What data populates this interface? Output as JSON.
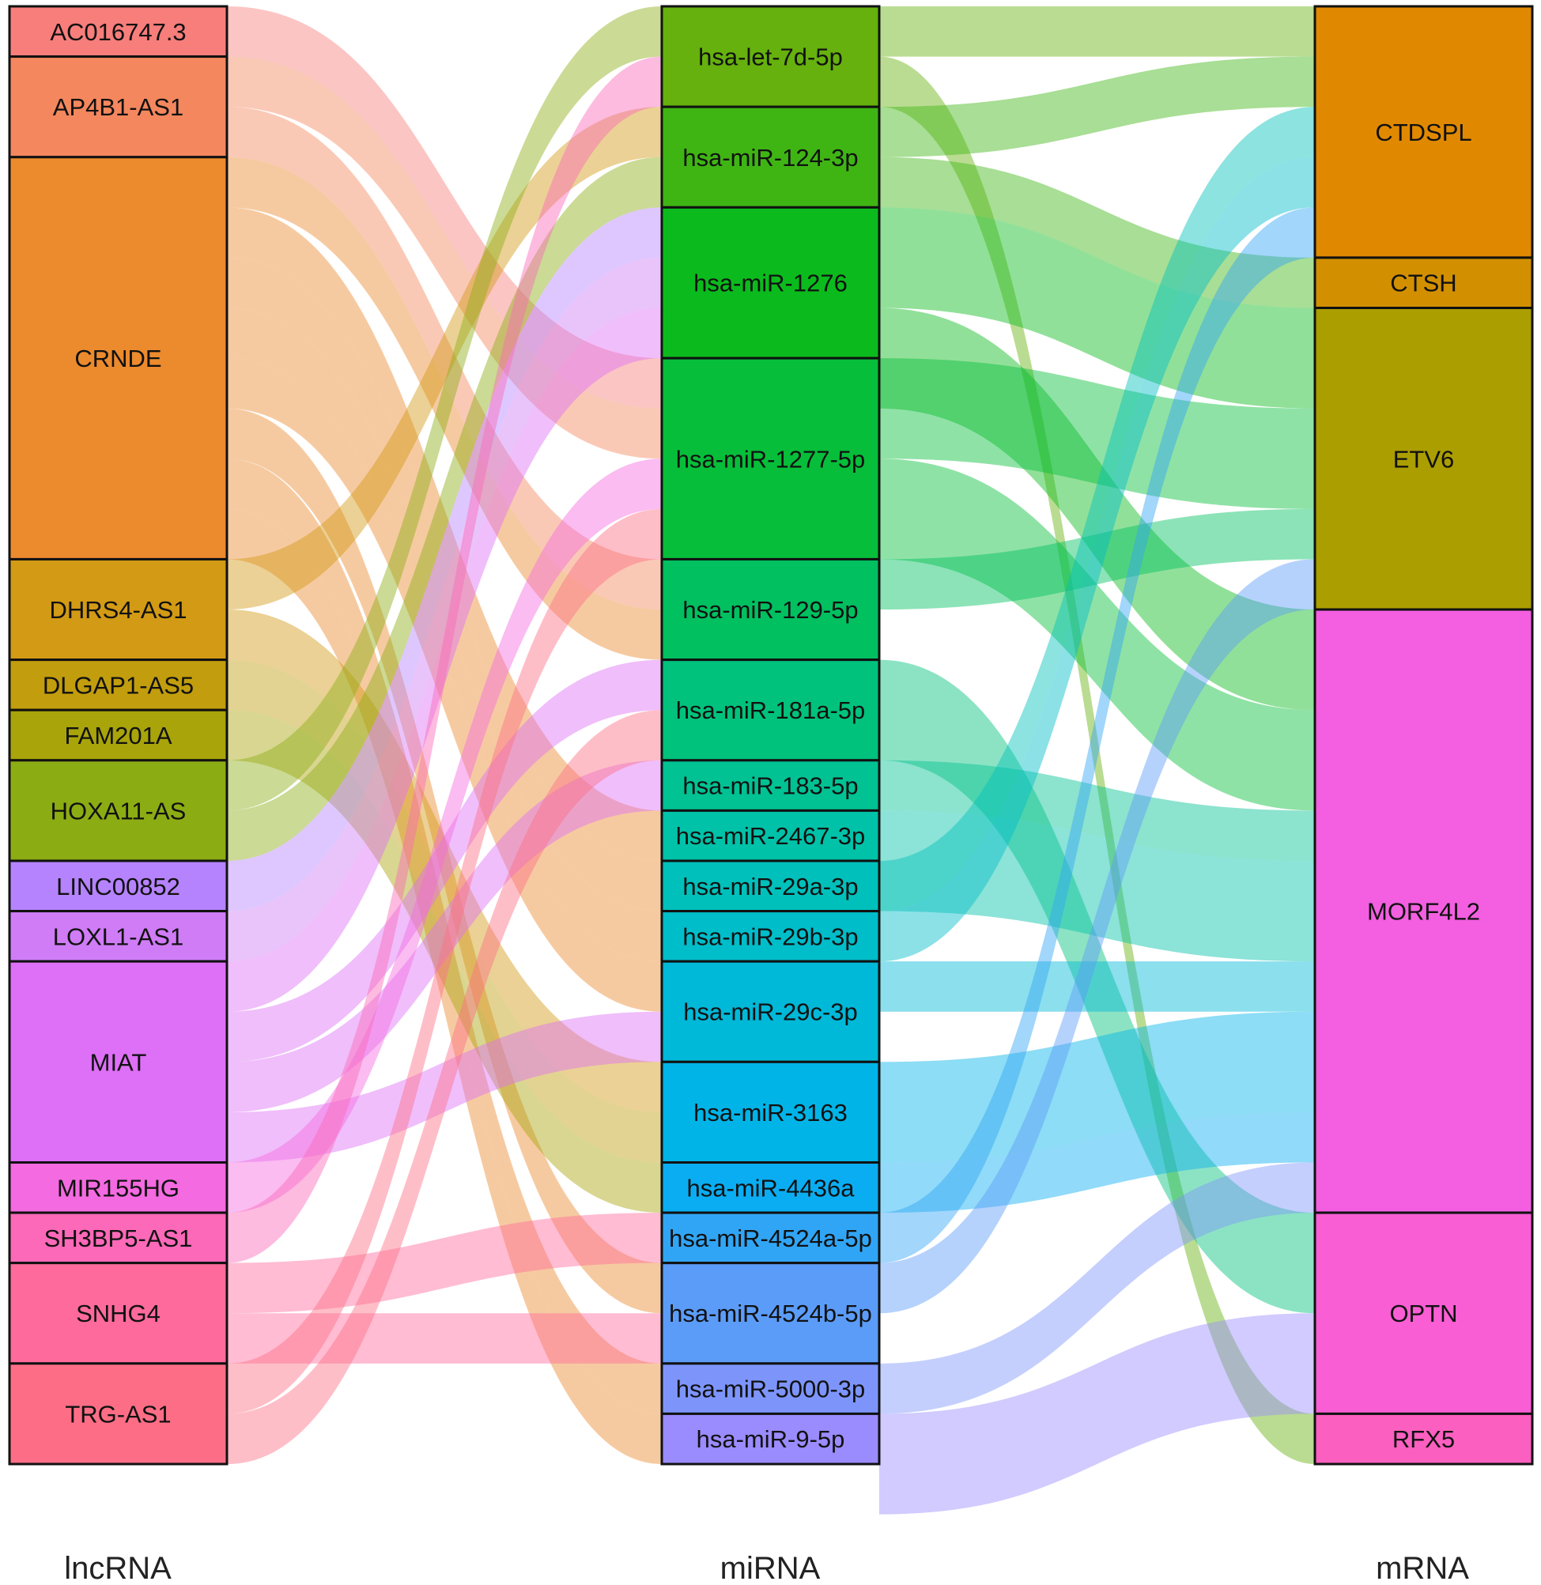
{
  "chart_data": {
    "type": "alluvial",
    "axes": [
      "lncRNA",
      "miRNA",
      "mRNA"
    ],
    "lncRNA": [
      {
        "id": "AC016747.3",
        "color": "#f77e7b"
      },
      {
        "id": "AP4B1-AS1",
        "color": "#f4875e"
      },
      {
        "id": "CRNDE",
        "color": "#ec8a2e"
      },
      {
        "id": "DHRS4-AS1",
        "color": "#d29a15"
      },
      {
        "id": "DLGAP1-AS5",
        "color": "#c29d0d"
      },
      {
        "id": "FAM201A",
        "color": "#a8a40a"
      },
      {
        "id": "HOXA11-AS",
        "color": "#8cac14"
      },
      {
        "id": "LINC00852",
        "color": "#b683ff"
      },
      {
        "id": "LOXL1-AS1",
        "color": "#cf7cf6"
      },
      {
        "id": "MIAT",
        "color": "#de6ff7"
      },
      {
        "id": "MIR155HG",
        "color": "#f46ae0"
      },
      {
        "id": "SH3BP5-AS1",
        "color": "#fb69b8"
      },
      {
        "id": "SNHG4",
        "color": "#fe6a9c"
      },
      {
        "id": "TRG-AS1",
        "color": "#fd6e86"
      }
    ],
    "miRNA": [
      {
        "id": "hsa-let-7d-5p",
        "color": "#66b10e"
      },
      {
        "id": "hsa-miR-124-3p",
        "color": "#3fb514"
      },
      {
        "id": "hsa-miR-1276",
        "color": "#0bbb1d"
      },
      {
        "id": "hsa-miR-1277-5p",
        "color": "#06be3a"
      },
      {
        "id": "hsa-miR-129-5p",
        "color": "#00c060"
      },
      {
        "id": "hsa-miR-181a-5p",
        "color": "#00c27c"
      },
      {
        "id": "hsa-miR-183-5p",
        "color": "#00c293"
      },
      {
        "id": "hsa-miR-2467-3p",
        "color": "#00c2a8"
      },
      {
        "id": "hsa-miR-29a-3p",
        "color": "#00c0bb"
      },
      {
        "id": "hsa-miR-29b-3p",
        "color": "#00bdca"
      },
      {
        "id": "hsa-miR-29c-3p",
        "color": "#00b8d8"
      },
      {
        "id": "hsa-miR-3163",
        "color": "#00b4e8"
      },
      {
        "id": "hsa-miR-4436a",
        "color": "#0aadf2"
      },
      {
        "id": "hsa-miR-4524a-5p",
        "color": "#31a5f5"
      },
      {
        "id": "hsa-miR-4524b-5p",
        "color": "#5b9cf8"
      },
      {
        "id": "hsa-miR-5000-3p",
        "color": "#7d95fb"
      },
      {
        "id": "hsa-miR-9-5p",
        "color": "#9a8bff"
      }
    ],
    "mRNA": [
      {
        "id": "CTDSPL",
        "color": "#e08900"
      },
      {
        "id": "CTSH",
        "color": "#d29000"
      },
      {
        "id": "ETV6",
        "color": "#ab9e00"
      },
      {
        "id": "MORF4L2",
        "color": "#f35fe0"
      },
      {
        "id": "OPTN",
        "color": "#f95ed4"
      },
      {
        "id": "RFX5",
        "color": "#fb5fbf"
      }
    ],
    "lncRNA_miRNA_links": [
      {
        "source": "AC016747.3",
        "target": "hsa-miR-1277-5p",
        "value": 1
      },
      {
        "source": "AP4B1-AS1",
        "target": "hsa-miR-1277-5p",
        "value": 1
      },
      {
        "source": "AP4B1-AS1",
        "target": "hsa-miR-129-5p",
        "value": 1
      },
      {
        "source": "CRNDE",
        "target": "hsa-miR-129-5p",
        "value": 1
      },
      {
        "source": "CRNDE",
        "target": "hsa-miR-2467-3p",
        "value": 1
      },
      {
        "source": "CRNDE",
        "target": "hsa-miR-29a-3p",
        "value": 1
      },
      {
        "source": "CRNDE",
        "target": "hsa-miR-29b-3p",
        "value": 1
      },
      {
        "source": "CRNDE",
        "target": "hsa-miR-29c-3p",
        "value": 1
      },
      {
        "source": "CRNDE",
        "target": "hsa-miR-4524b-5p",
        "value": 1
      },
      {
        "source": "CRNDE",
        "target": "hsa-miR-5000-3p",
        "value": 1
      },
      {
        "source": "CRNDE",
        "target": "hsa-miR-9-5p",
        "value": 1
      },
      {
        "source": "DHRS4-AS1",
        "target": "hsa-miR-124-3p",
        "value": 1
      },
      {
        "source": "DHRS4-AS1",
        "target": "hsa-miR-3163",
        "value": 1
      },
      {
        "source": "DLGAP1-AS5",
        "target": "hsa-miR-3163",
        "value": 1
      },
      {
        "source": "FAM201A",
        "target": "hsa-miR-4436a",
        "value": 1
      },
      {
        "source": "HOXA11-AS",
        "target": "hsa-let-7d-5p",
        "value": 1
      },
      {
        "source": "HOXA11-AS",
        "target": "hsa-miR-124-3p",
        "value": 1
      },
      {
        "source": "LINC00852",
        "target": "hsa-miR-1276",
        "value": 1
      },
      {
        "source": "LOXL1-AS1",
        "target": "hsa-miR-1276",
        "value": 1
      },
      {
        "source": "MIAT",
        "target": "hsa-miR-1276",
        "value": 1
      },
      {
        "source": "MIAT",
        "target": "hsa-miR-181a-5p",
        "value": 1
      },
      {
        "source": "MIAT",
        "target": "hsa-miR-183-5p",
        "value": 1
      },
      {
        "source": "MIAT",
        "target": "hsa-miR-29c-3p",
        "value": 1
      },
      {
        "source": "MIR155HG",
        "target": "hsa-miR-1277-5p",
        "value": 1
      },
      {
        "source": "SH3BP5-AS1",
        "target": "hsa-let-7d-5p",
        "value": 1
      },
      {
        "source": "SNHG4",
        "target": "hsa-miR-4524a-5p",
        "value": 1
      },
      {
        "source": "SNHG4",
        "target": "hsa-miR-4524b-5p",
        "value": 1
      },
      {
        "source": "TRG-AS1",
        "target": "hsa-miR-1277-5p",
        "value": 1
      },
      {
        "source": "TRG-AS1",
        "target": "hsa-miR-181a-5p",
        "value": 1
      }
    ],
    "miRNA_mRNA_links": [
      {
        "source": "hsa-let-7d-5p",
        "target": "CTDSPL",
        "value": 1
      },
      {
        "source": "hsa-let-7d-5p",
        "target": "RFX5",
        "value": 1
      },
      {
        "source": "hsa-miR-124-3p",
        "target": "CTDSPL",
        "value": 1
      },
      {
        "source": "hsa-miR-124-3p",
        "target": "CTSH",
        "value": 1
      },
      {
        "source": "hsa-miR-1276",
        "target": "ETV6",
        "value": 2
      },
      {
        "source": "hsa-miR-1276",
        "target": "MORF4L2",
        "value": 2
      },
      {
        "source": "hsa-miR-1277-5p",
        "target": "ETV6",
        "value": 2
      },
      {
        "source": "hsa-miR-1277-5p",
        "target": "MORF4L2",
        "value": 2
      },
      {
        "source": "hsa-miR-129-5p",
        "target": "ETV6",
        "value": 1
      },
      {
        "source": "hsa-miR-181a-5p",
        "target": "OPTN",
        "value": 2
      },
      {
        "source": "hsa-miR-183-5p",
        "target": "MORF4L2",
        "value": 1
      },
      {
        "source": "hsa-miR-2467-3p",
        "target": "MORF4L2",
        "value": 2
      },
      {
        "source": "hsa-miR-29a-3p",
        "target": "CTDSPL",
        "value": 1
      },
      {
        "source": "hsa-miR-29b-3p",
        "target": "CTDSPL",
        "value": 1
      },
      {
        "source": "hsa-miR-29c-3p",
        "target": "MORF4L2",
        "value": 1
      },
      {
        "source": "hsa-miR-3163",
        "target": "MORF4L2",
        "value": 2
      },
      {
        "source": "hsa-miR-4436a",
        "target": "MORF4L2",
        "value": 1
      },
      {
        "source": "hsa-miR-4524a-5p",
        "target": "CTDSPL",
        "value": 1
      },
      {
        "source": "hsa-miR-4524b-5p",
        "target": "ETV6",
        "value": 1
      },
      {
        "source": "hsa-miR-5000-3p",
        "target": "MORF4L2",
        "value": 1
      },
      {
        "source": "hsa-miR-9-5p",
        "target": "OPTN",
        "value": 2
      }
    ]
  }
}
